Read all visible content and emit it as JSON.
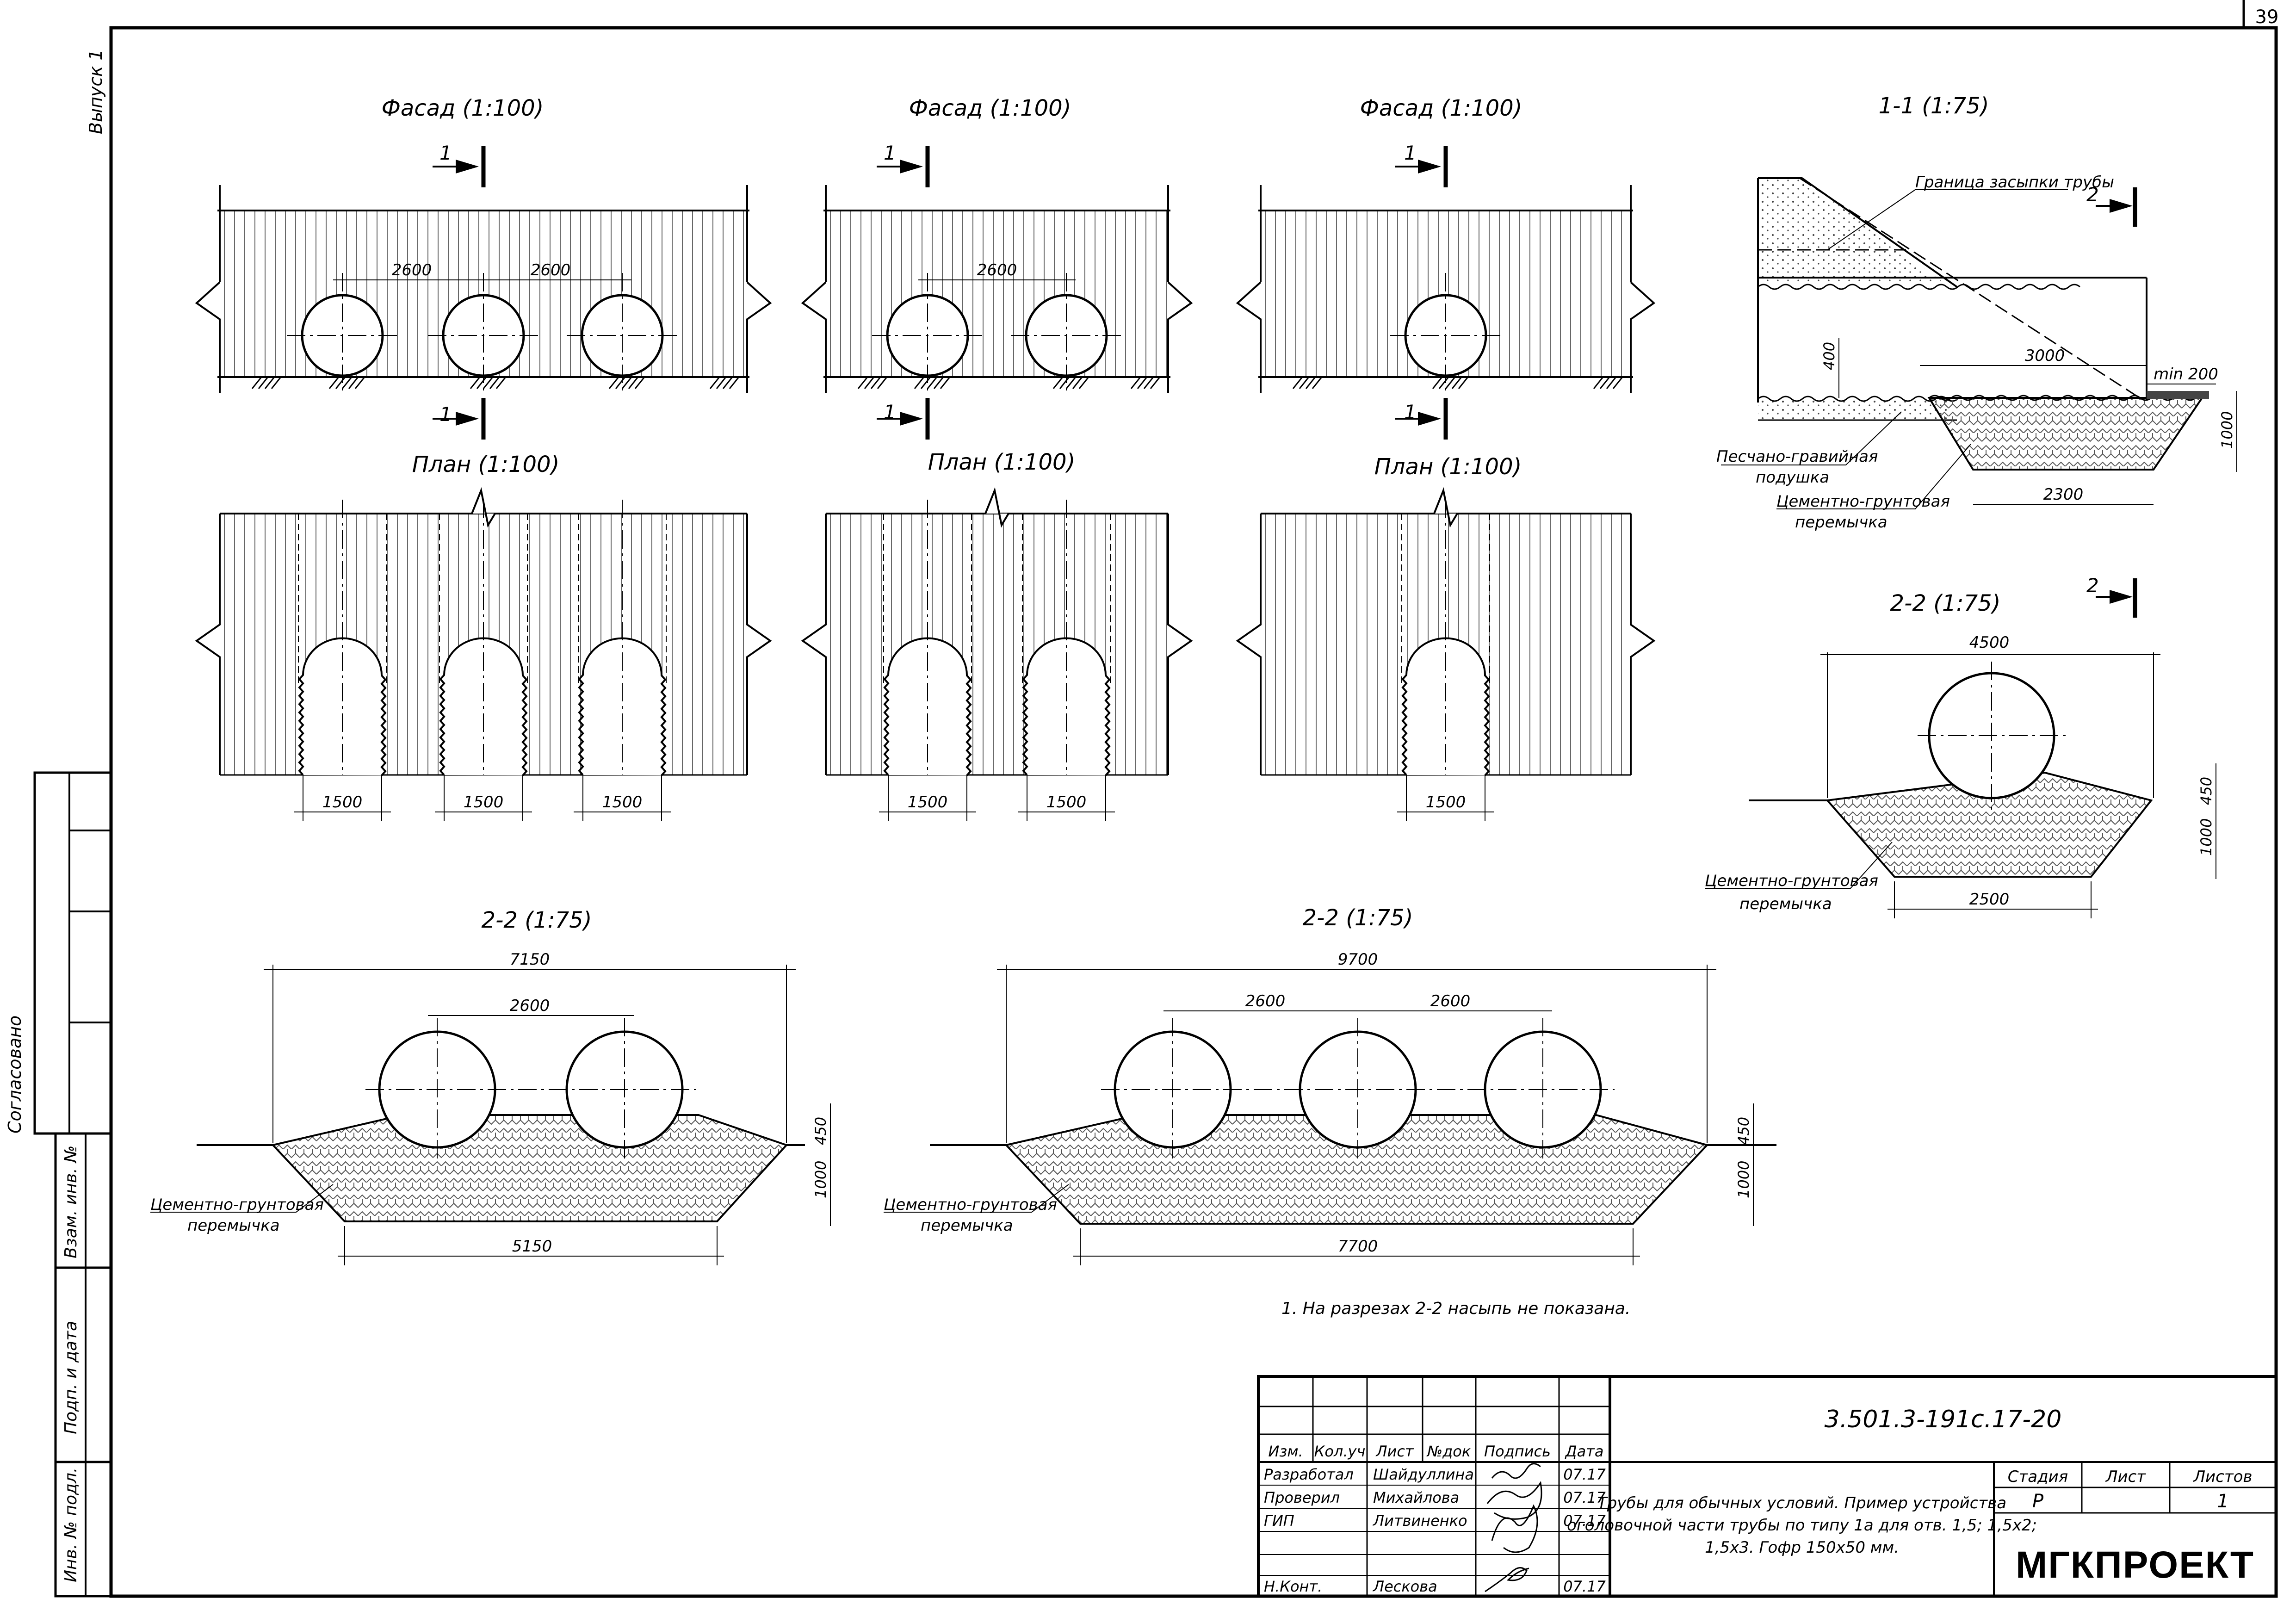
{
  "page": {
    "sheet_number": "39",
    "issue": "Выпуск 1",
    "side_labels": {
      "agreed": "Согласовано",
      "replace_inv": "Взам. инв. №",
      "sign_date": "Подп. и дата",
      "inv_orig": "Инв. № подл."
    }
  },
  "views": {
    "facade_title": "Фасад (1:100)",
    "plan_title": "План (1:100)",
    "section11_title": "1-1 (1:75)",
    "section22_title": "2-2 (1:75)",
    "cut1": "1",
    "cut2": "2"
  },
  "dims": {
    "spacing": "2600",
    "opening": "1500",
    "w4500": "4500",
    "w2500": "2500",
    "w7150": "7150",
    "w5150": "5150",
    "w9700": "9700",
    "w7700": "7700",
    "h450": "450",
    "h1000": "1000",
    "h400": "400",
    "l3000": "3000",
    "min200": "min 200",
    "w2300": "2300"
  },
  "labels": {
    "backfill_boundary": "Граница засыпки трубы",
    "sand_gravel_1": "Песчано-гравийная",
    "sand_gravel_2": "подушка",
    "cement_soil_1": "Цементно-грунтовая",
    "cement_soil_2": "перемычка"
  },
  "note": "1.  На разрезах 2-2 насыпь не показана.",
  "title_block": {
    "doc_code": "3.501.3-191с.17-20",
    "headers": [
      "Изм.",
      "Кол.уч",
      "Лист",
      "№док",
      "Подпись",
      "Дата"
    ],
    "roles": [
      {
        "role": "Разработал",
        "name": "Шайдуллина",
        "date": "07.17"
      },
      {
        "role": "Проверил",
        "name": "Михайлова",
        "date": "07.17"
      },
      {
        "role": "ГИП",
        "name": "Литвиненко",
        "date": "07.17"
      },
      {
        "role": "Н.Конт.",
        "name": "Лескова",
        "date": "07.17"
      }
    ],
    "title_line1": "Трубы для обычных условий. Пример устройства",
    "title_line2": "оголовочной части трубы по типу 1а для отв. 1,5; 1,5х2;",
    "title_line3": "1,5х3. Гофр 150х50 мм.",
    "stage_label": "Стадия",
    "sheet_label": "Лист",
    "sheets_label": "Листов",
    "stage": "Р",
    "sheets": "1",
    "company": "МГКПРОЕКТ"
  }
}
